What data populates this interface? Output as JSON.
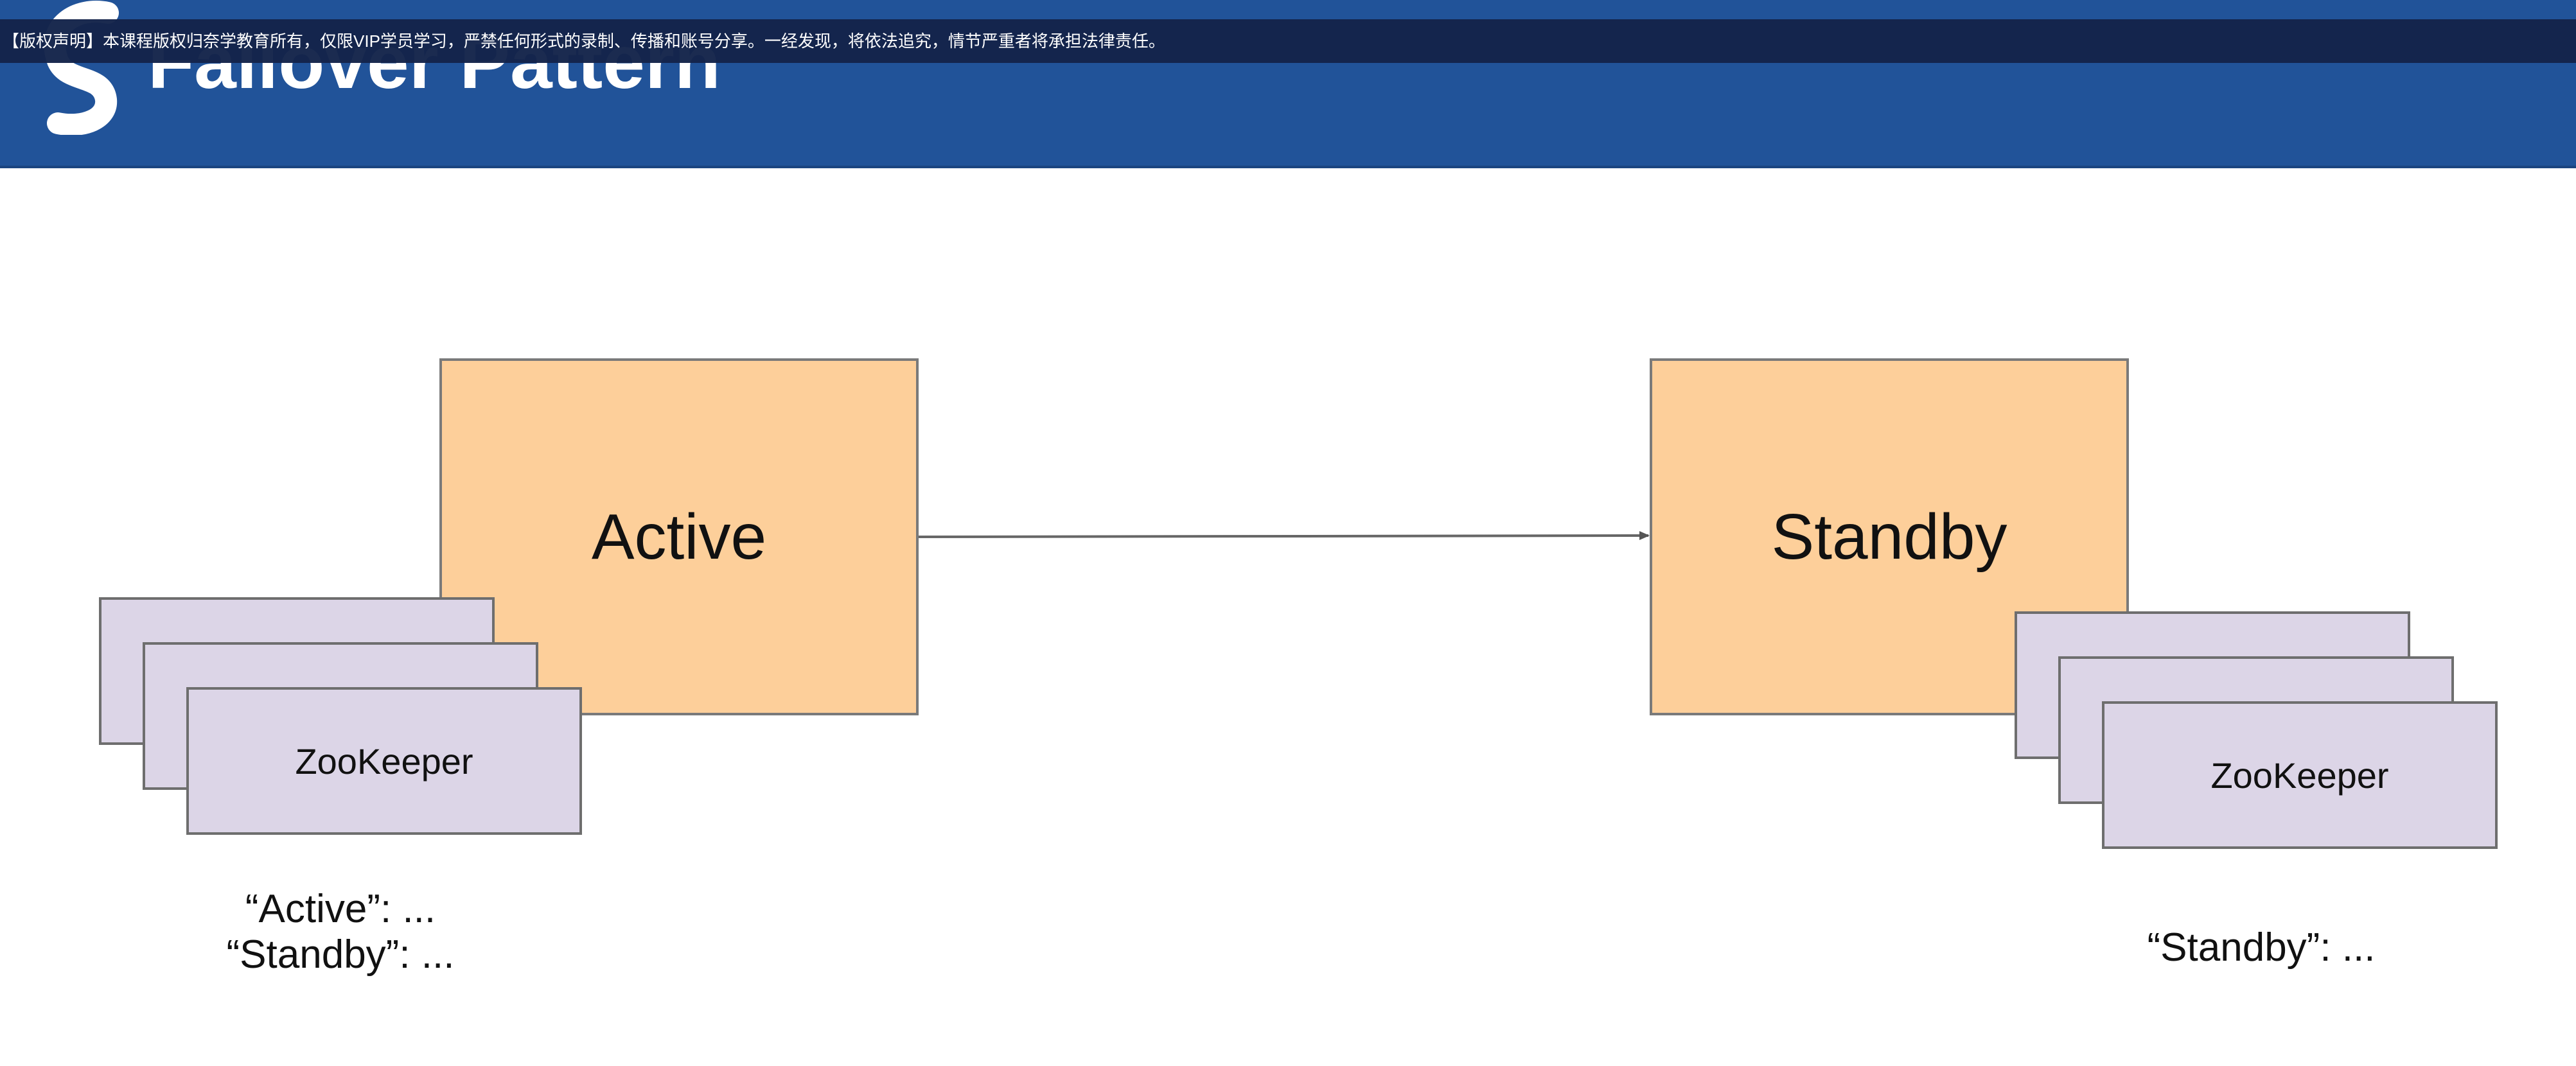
{
  "header": {
    "title": "Failover Pattern",
    "notice": "【版权声明】本课程版权归奈学教育所有，仅限VIP学员学习，严禁任何形式的录制、传播和账号分享。一经发现，将依法追究，情节严重者将承担法律责任。",
    "background_color": "#215399"
  },
  "diagram": {
    "active_node": {
      "label": "Active",
      "color": "#fdcf9a"
    },
    "standby_node": {
      "label": "Standby",
      "color": "#fdcf9a"
    },
    "left_zookeeper": {
      "label": "ZooKeeper",
      "color": "#dcd5e7"
    },
    "right_zookeeper": {
      "label": "ZooKeeper",
      "color": "#dcd5e7"
    },
    "left_caption": {
      "line1": "“Active”: ...",
      "line2": "“Standby”: ..."
    },
    "right_caption": {
      "line1": "“Standby”: ..."
    }
  }
}
